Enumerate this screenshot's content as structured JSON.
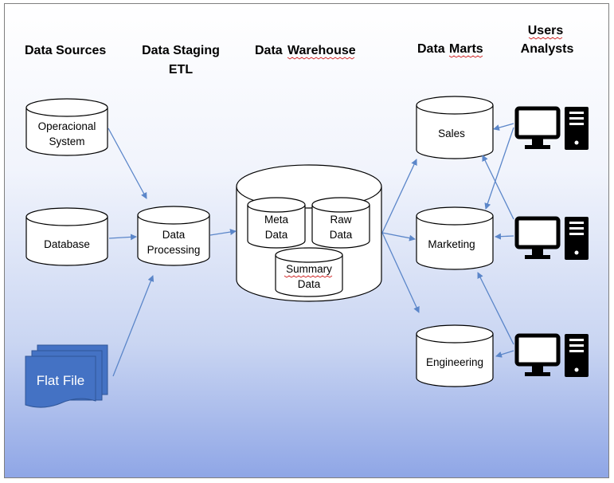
{
  "headers": {
    "sources": "Data Sources",
    "staging_1": "Data Staging",
    "staging_2": "ETL",
    "warehouse_1": "Data",
    "warehouse_2": "Warehouse",
    "marts_1": "Data",
    "marts_2": "Marts",
    "users_1": "Users",
    "users_2": "Analysts"
  },
  "sources": {
    "operational_1": "Operacional",
    "operational_2": "System",
    "database": "Database",
    "flat_file": "Flat File"
  },
  "staging": {
    "processing_1": "Data",
    "processing_2": "Processing"
  },
  "warehouse": {
    "meta_1": "Meta",
    "meta_2": "Data",
    "raw_1": "Raw",
    "raw_2": "Data",
    "summary_1": "Summary",
    "summary_2": "Data"
  },
  "marts": {
    "sales": "Sales",
    "marketing": "Marketing",
    "engineering": "Engineering"
  },
  "colors": {
    "arrow": "#5b86c9",
    "flat_file": "#4472c4",
    "spellcheck": "#d02020"
  },
  "icons": [
    "computer-icon",
    "computer-icon",
    "computer-icon"
  ]
}
